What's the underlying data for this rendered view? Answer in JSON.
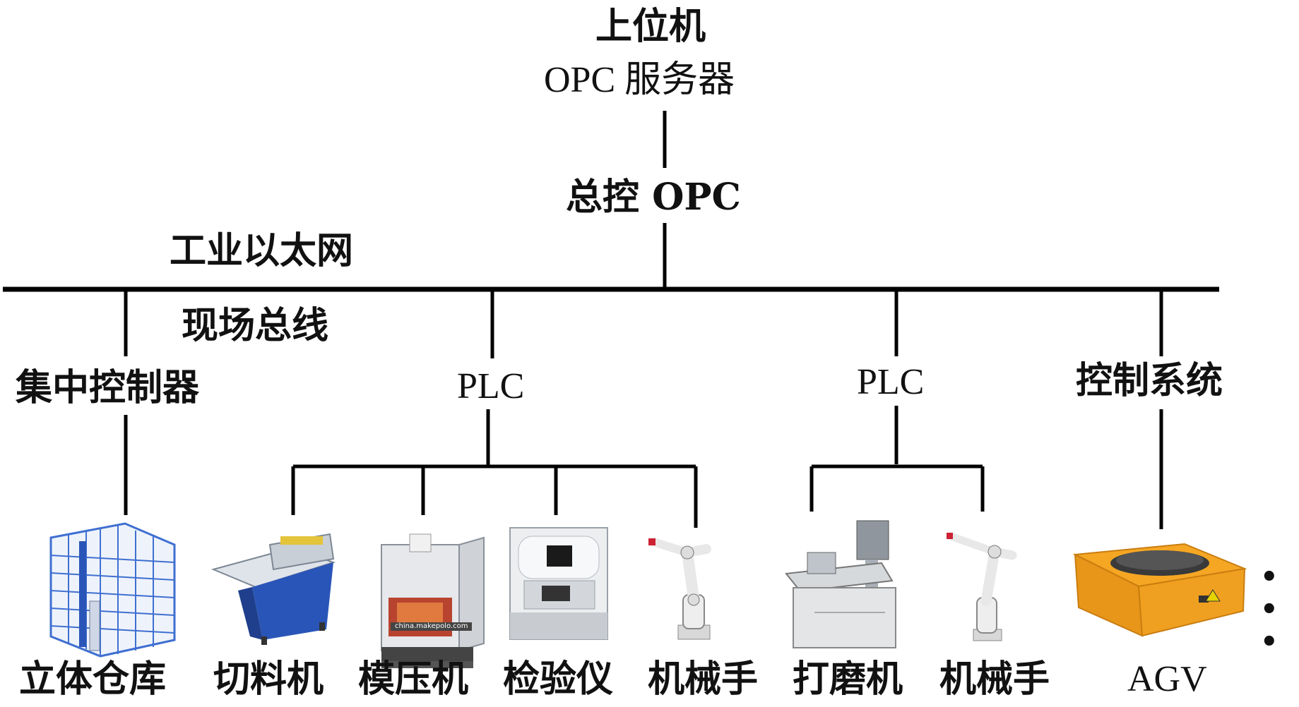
{
  "top": {
    "line1": "上位机",
    "line2": "OPC 服务器"
  },
  "master": {
    "label": "总控 OPC"
  },
  "network": {
    "ethernet_label": "工业以太网",
    "fieldbus_label": "现场总线"
  },
  "controllers": [
    {
      "label": "集中控制器"
    },
    {
      "label": "PLC"
    },
    {
      "label": "PLC"
    },
    {
      "label": "控制系统"
    }
  ],
  "devices": [
    {
      "label": "立体仓库",
      "icon": "warehouse-rack-icon"
    },
    {
      "label": "切料机",
      "icon": "cutting-machine-icon"
    },
    {
      "label": "模压机",
      "icon": "press-machine-icon"
    },
    {
      "label": "检验仪",
      "icon": "inspection-instrument-icon"
    },
    {
      "label": "机械手",
      "icon": "robot-arm-icon"
    },
    {
      "label": "打磨机",
      "icon": "grinding-machine-icon"
    },
    {
      "label": "机械手",
      "icon": "robot-arm-icon"
    },
    {
      "label": "AGV",
      "icon": "agv-vehicle-icon"
    }
  ],
  "more_label": "• • •",
  "watermark": "china.makepolo.com",
  "colors": {
    "line": "#000000",
    "agv": "#f5a623",
    "machine_blue": "#2a55b8",
    "rack_blue": "#3f6fd1"
  }
}
